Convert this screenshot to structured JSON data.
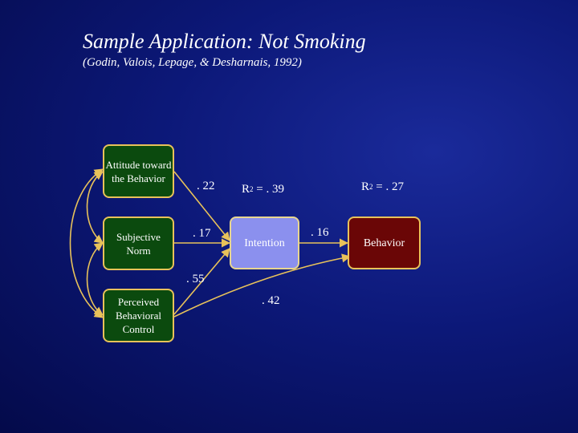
{
  "title": "Sample Application: Not Smoking",
  "subtitle": "(Godin, Valois, Lepage, & Desharnais, 1992)",
  "nodes": {
    "attitude": "Attitude toward the Behavior",
    "norm": "Subjective Norm",
    "pbc": "Perceived Behavioral Control",
    "intention": "Intention",
    "behavior": "Behavior"
  },
  "coefficients": {
    "attitude_to_intention": ". 22",
    "norm_to_intention": ". 17",
    "pbc_to_intention": ". 55",
    "pbc_to_behavior": ". 42",
    "intention_to_behavior": ". 16"
  },
  "r_squared": {
    "intention": {
      "symbol": "R",
      "sup": "2",
      "value": " = . 39"
    },
    "behavior": {
      "symbol": "R",
      "sup": "2",
      "value": " = . 27"
    }
  },
  "colors": {
    "border": "#e8c25a",
    "arrow": "#e8c25a",
    "predictor_fill": "#0b4a0e",
    "intention_fill": "#8b90ee",
    "behavior_fill": "#6a0606"
  }
}
